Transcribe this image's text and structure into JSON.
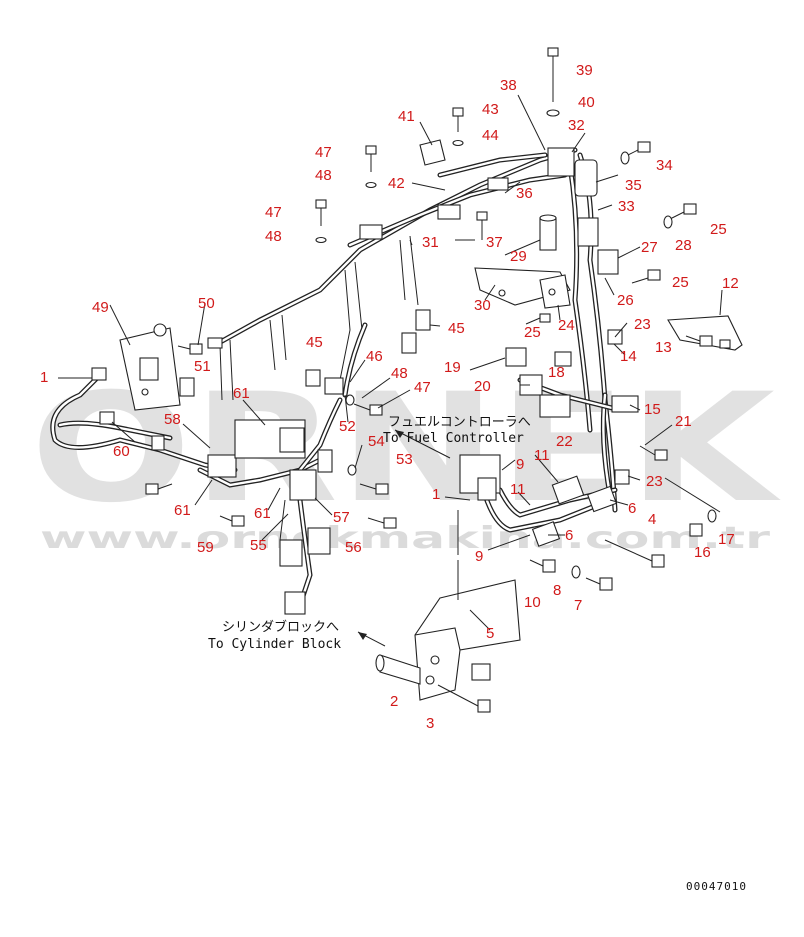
{
  "watermark": {
    "brand": "ORNEK",
    "url": "www.ornekmakina.com.tr"
  },
  "notes": {
    "fuel_jp": "フュエルコントローラへ",
    "fuel_en": "To Fuel Controller",
    "cyl_jp": "シリンダブロックへ",
    "cyl_en": "To Cylinder Block"
  },
  "drawing_code": "00047010",
  "callouts": [
    "39",
    "38",
    "40",
    "43",
    "41",
    "32",
    "44",
    "47",
    "34",
    "35",
    "48",
    "36",
    "42",
    "33",
    "25",
    "47",
    "28",
    "31",
    "37",
    "27",
    "48",
    "29",
    "12",
    "26",
    "25",
    "49",
    "50",
    "30",
    "24",
    "23",
    "25",
    "13",
    "14",
    "51",
    "45",
    "45",
    "19",
    "18",
    "1",
    "46",
    "48",
    "20",
    "61",
    "47",
    "15",
    "21",
    "58",
    "52",
    "フュエルコントローラへ",
    "22",
    "60",
    "54",
    "9",
    "53",
    "11",
    "23",
    "61",
    "61",
    "1",
    "11",
    "6",
    "57",
    "59",
    "55",
    "56",
    "4",
    "9",
    "6",
    "16",
    "17",
    "10",
    "8",
    "7",
    "5",
    "2",
    "3"
  ]
}
